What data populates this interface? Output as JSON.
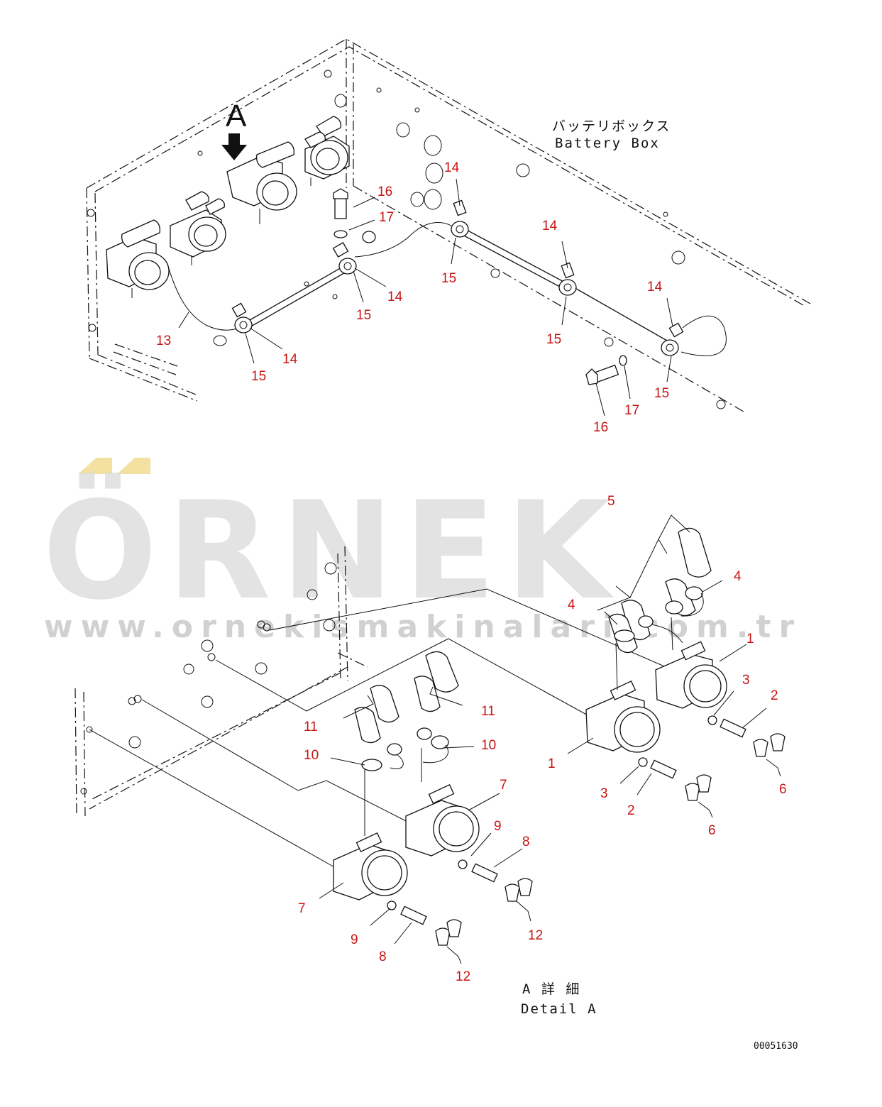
{
  "box_label": {
    "jp": "バッテリボックス",
    "en": "Battery Box"
  },
  "detail_label": {
    "jp": "A 詳 細",
    "en": "Detail A"
  },
  "view_marker": "A",
  "drawing_code": "00051630",
  "watermark": {
    "brand": "ÖRNEK",
    "url": "www.ornekismakinalari.com.tr"
  },
  "colors": {
    "callout": "#c81414",
    "line": "#111111",
    "watermark": "#d9d9d9",
    "watermark_accent": "#f0d98a"
  },
  "callouts": {
    "c1": "1",
    "c2": "1",
    "c3": "2",
    "c4": "2",
    "c5": "3",
    "c6": "3",
    "c7": "4",
    "c8": "4",
    "c9": "5",
    "c10": "6",
    "c11": "6",
    "c12": "7",
    "c13": "7",
    "c14": "8",
    "c15": "8",
    "c16": "9",
    "c17": "9",
    "c18": "10",
    "c19": "10",
    "c20": "11",
    "c21": "11",
    "c22": "12",
    "c23": "12",
    "c24": "13",
    "c25": "14",
    "c26": "14",
    "c27": "14",
    "c28": "14",
    "c29": "14",
    "c30": "15",
    "c31": "15",
    "c32": "15",
    "c33": "15",
    "c34": "15",
    "c35": "16",
    "c36": "16",
    "c37": "17",
    "c38": "17"
  }
}
